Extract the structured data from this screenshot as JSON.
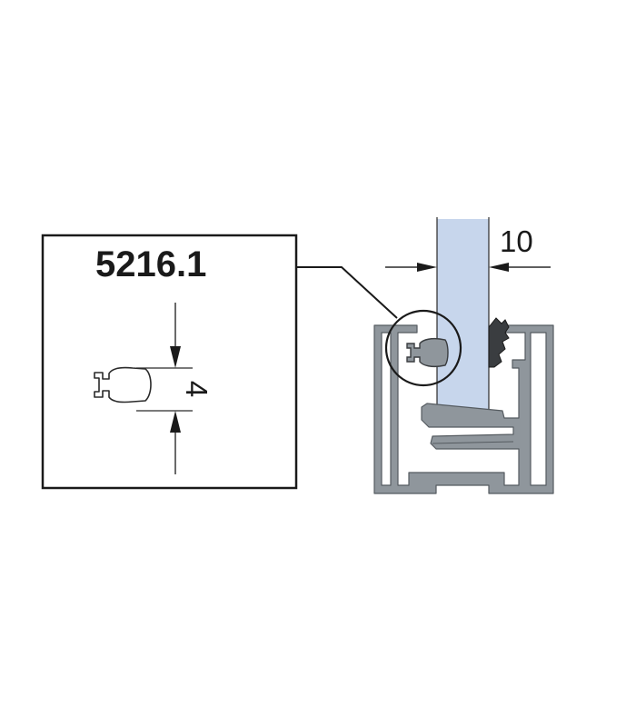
{
  "detail": {
    "part_number": "5216.1",
    "seal_dimension": "4"
  },
  "profile": {
    "glass_dimension": "10"
  },
  "colors": {
    "frame": "#1a1a1a",
    "profile_fill": "#8f969c",
    "profile_stroke": "#555b60",
    "glass": "#c7d6ec",
    "seal": "#3a3d40"
  }
}
